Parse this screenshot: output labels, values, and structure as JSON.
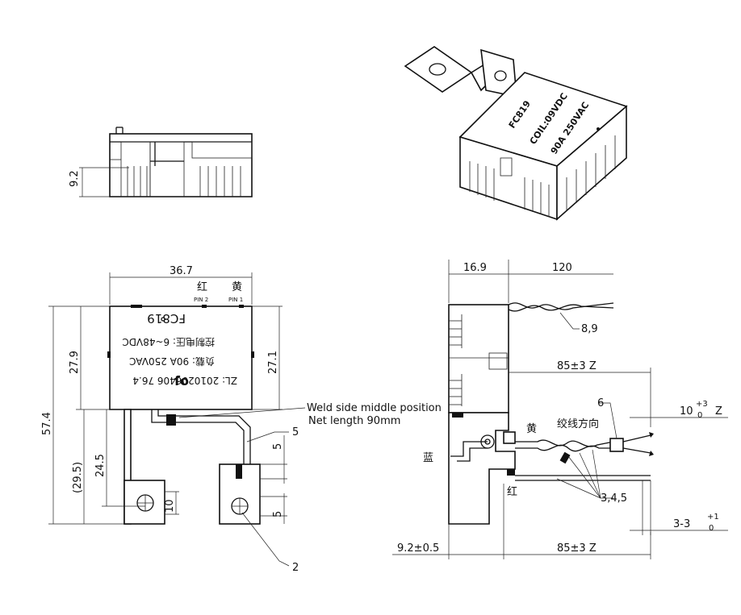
{
  "dimensions": {
    "side_h": "9.2",
    "width": "36.7",
    "pin_gap": "5",
    "total_h": "57.4",
    "top_h": "27.9",
    "body_h": "27.1",
    "lower_h": "(29.5)",
    "lower_h2": "24.5",
    "tab_h": "10",
    "tab_gap_a": "5",
    "tab_gap_b": "5",
    "offset_a": "16.9",
    "lead_len": "120",
    "lead_a": "85±3 Z",
    "lead_b": "85±3 Z",
    "base_offset": "9.2±0.5",
    "strip_base": "10",
    "strip_sup": "+3",
    "strip_sub": "0",
    "strip_end": "Z",
    "strip2_base": "3-3",
    "strip2_sup": "+1",
    "strip2_sub": "0"
  },
  "labels": {
    "pin_red": "红",
    "pin_yellow": "黄",
    "pin2": "PIN 2",
    "pin1": "PIN 1",
    "weld_note": "Weld side middle position",
    "net_length": "Net length 90mm",
    "callout_5": "5",
    "callout_2": "2",
    "callout_89": "8,9",
    "callout_6": "6",
    "twist_dir": "绞线方向",
    "wire_yellow": "黄",
    "wire_blue": "蓝",
    "wire_red": "红",
    "callout_345": "3,4,5"
  },
  "relay_marking": {
    "patent": "ZL: 2010206406 76.4",
    "load": "负载: 90A  250VAC",
    "control": "控制电压: 6~48VDC",
    "model": "FC819"
  },
  "iso_marking": {
    "model": "FC819",
    "coil": "COIL:09VDC",
    "rating": "90A  250VAC"
  }
}
